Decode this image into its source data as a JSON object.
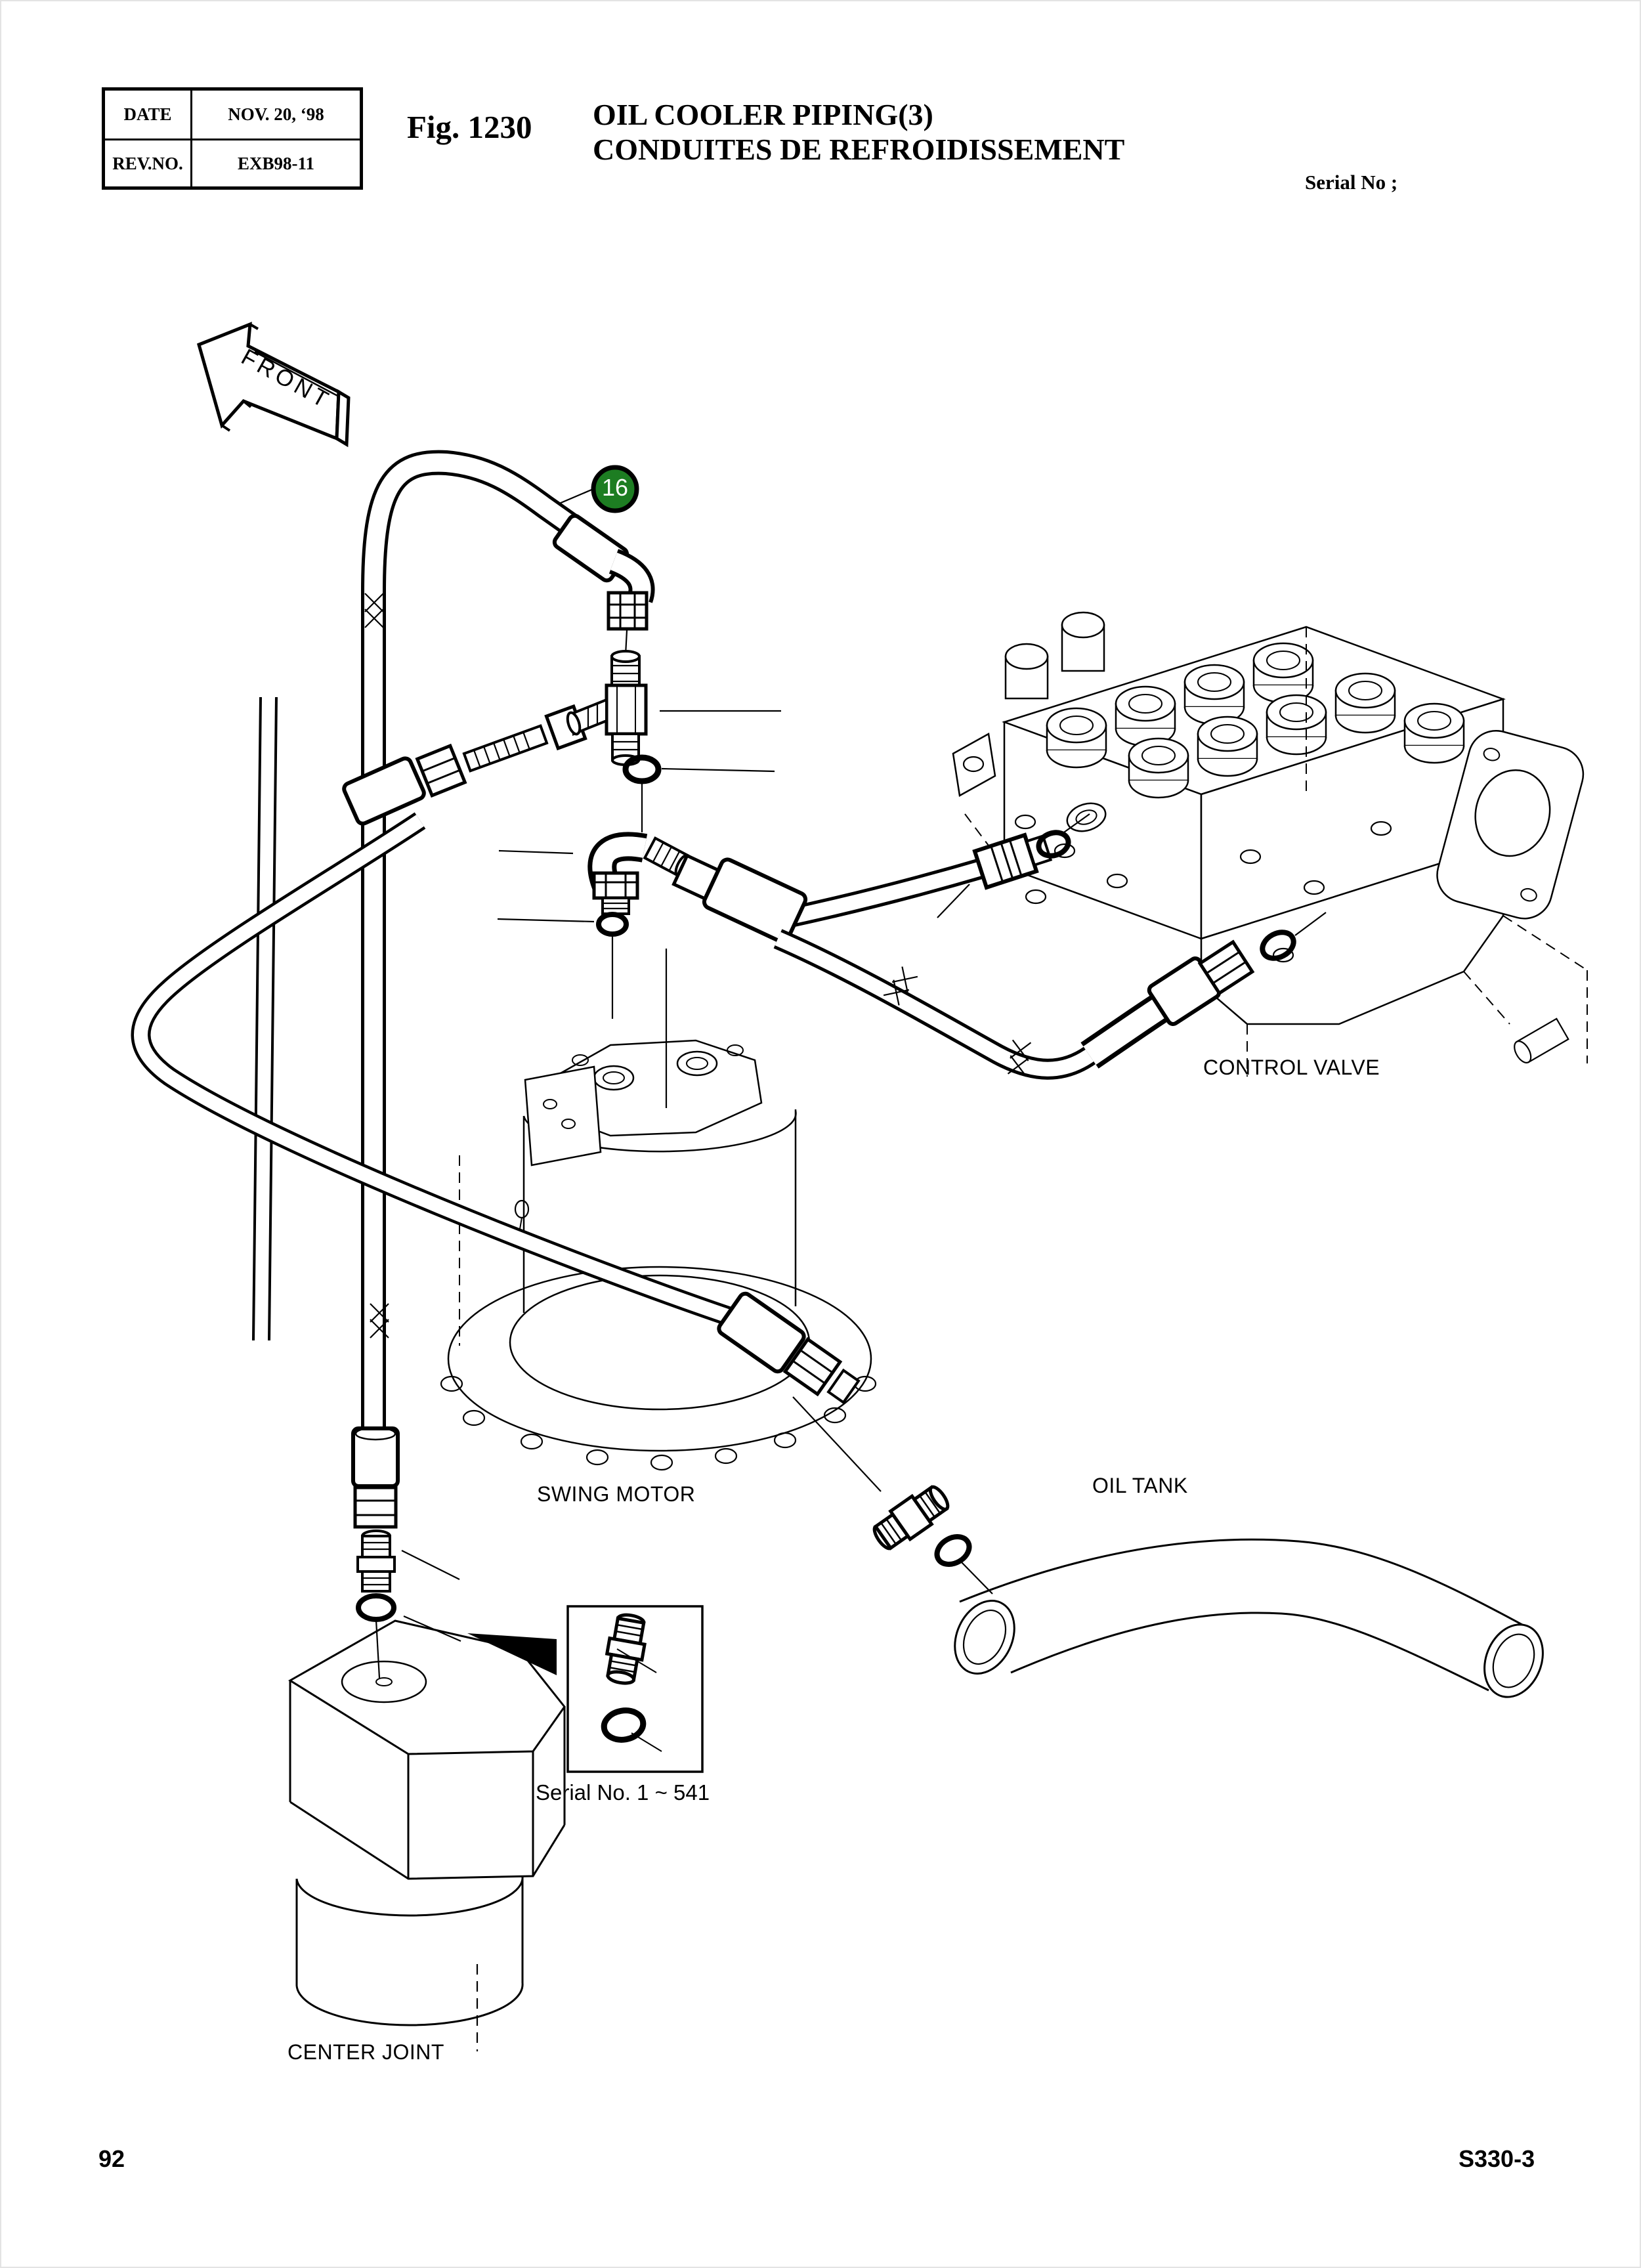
{
  "page": {
    "background": "#ffffff",
    "line_color": "#000000"
  },
  "header": {
    "revision_table": {
      "rows": [
        {
          "label": "DATE",
          "value": "NOV. 20, ‘98"
        },
        {
          "label": "REV.NO.",
          "value": "EXB98-11"
        }
      ]
    },
    "figure_label": "Fig. 1230",
    "title_en": "OIL COOLER PIPING(3)",
    "title_fr": "CONDUITES DE REFROIDISSEMENT",
    "serial_note": "Serial No ;"
  },
  "diagram": {
    "direction_arrow_label": "FRONT",
    "balloon": {
      "number": "16",
      "color": "#1d7d22"
    },
    "labels": {
      "control_valve": "CONTROL VALVE",
      "swing_motor": "SWING MOTOR",
      "oil_tank": "OIL TANK",
      "center_joint": "CENTER JOINT",
      "inset_serial_range": "Serial No. 1 ~ 541"
    }
  },
  "footer": {
    "page_number": "92",
    "doc_code": "S330-3"
  }
}
